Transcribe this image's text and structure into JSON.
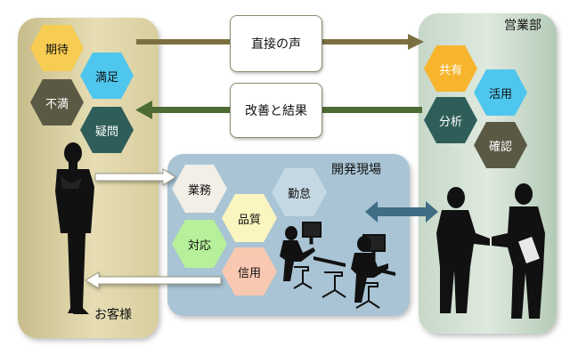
{
  "colors": {
    "customer_panel": "#d8ce9e",
    "sales_panel": "#c6d8c8",
    "dev_panel": "#a9c4d4",
    "arrow_to_sales": "#7d7040",
    "arrow_to_customer": "#4d6b33",
    "arrow_bidirectional": "#3f6d85"
  },
  "customer": {
    "label": "お客様",
    "hexagons": [
      {
        "label": "期待",
        "color": "#f7cc52"
      },
      {
        "label": "満足",
        "color": "#4fc6ee"
      },
      {
        "label": "不満",
        "color": "#5a5a44"
      },
      {
        "label": "疑問",
        "color": "#2f5e5a"
      }
    ]
  },
  "sales": {
    "label": "営業部",
    "hexagons": [
      {
        "label": "共有",
        "color": "#f7b52e"
      },
      {
        "label": "活用",
        "color": "#4fc6ee"
      },
      {
        "label": "分析",
        "color": "#2f5e5a"
      },
      {
        "label": "確認",
        "color": "#5a5a44"
      }
    ]
  },
  "dev": {
    "label": "開発現場",
    "hexagons": [
      {
        "label": "業務",
        "color": "#f2efe6"
      },
      {
        "label": "勤怠",
        "color": "#c5d9e4"
      },
      {
        "label": "品質",
        "color": "#fbf5bf"
      },
      {
        "label": "対応",
        "color": "#b6f09a"
      },
      {
        "label": "信用",
        "color": "#f9c8b0"
      }
    ]
  },
  "messages": {
    "to_sales": "直接の声",
    "to_customer": "改善と結果"
  }
}
